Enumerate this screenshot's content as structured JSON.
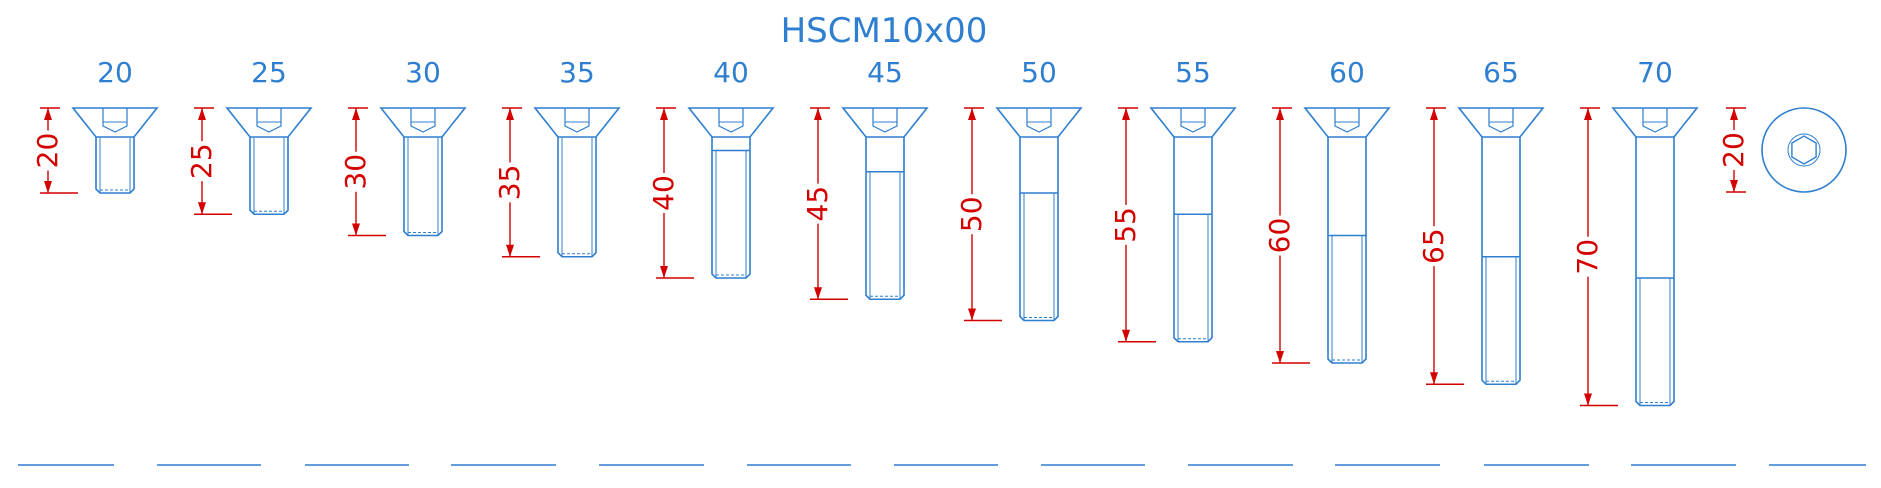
{
  "title": "HSCM10x00",
  "screws": [
    {
      "length_label": "20",
      "dimension_label": "20",
      "length": 20
    },
    {
      "length_label": "25",
      "dimension_label": "25",
      "length": 25
    },
    {
      "length_label": "30",
      "dimension_label": "30",
      "length": 30
    },
    {
      "length_label": "35",
      "dimension_label": "35",
      "length": 35
    },
    {
      "length_label": "40",
      "dimension_label": "40",
      "length": 40
    },
    {
      "length_label": "45",
      "dimension_label": "45",
      "length": 45
    },
    {
      "length_label": "50",
      "dimension_label": "50",
      "length": 50
    },
    {
      "length_label": "55",
      "dimension_label": "55",
      "length": 55
    },
    {
      "length_label": "60",
      "dimension_label": "60",
      "length": 60
    },
    {
      "length_label": "65",
      "dimension_label": "65",
      "length": 65
    },
    {
      "length_label": "70",
      "dimension_label": "70",
      "length": 70
    }
  ],
  "head_view": {
    "dimension_label": "20"
  },
  "colors": {
    "outline": "#2f7fd0",
    "dimension": "#d40000",
    "underline": "#2f7fd0"
  }
}
